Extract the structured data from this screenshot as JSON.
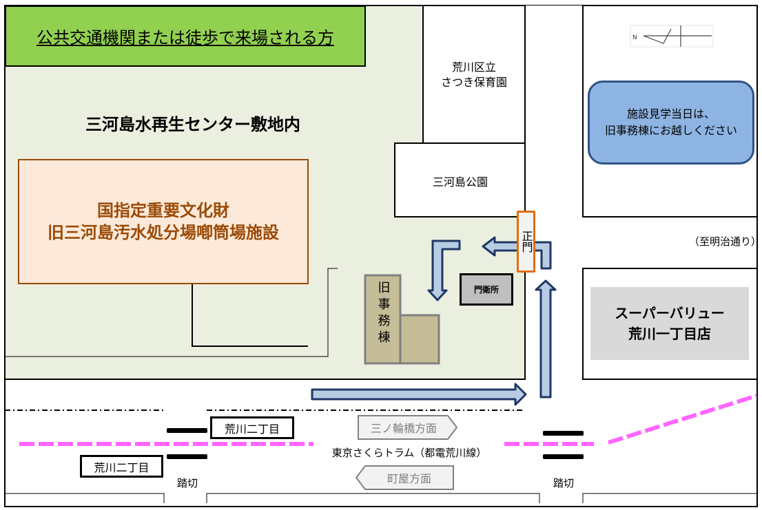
{
  "title": "公共交通機関または徒歩で来場される方",
  "site_label": "三河島水再生センター敷地内",
  "heritage": {
    "line1": "国指定重要文化財",
    "line2": "旧三河島汚水処分場喞筒場施設"
  },
  "nursery": {
    "line1": "荒川区立",
    "line2": "さつき保育園"
  },
  "park": "三河島公園",
  "notice": {
    "line1": "施設見学当日は、",
    "line2": "旧事務棟にお越しください"
  },
  "compass": {
    "label": "N",
    "icon": "north-arrow-icon"
  },
  "main_gate": "正門",
  "guardhouse": "門衛所",
  "old_office": "旧事務棟",
  "meiji_dori": "（至明治通り）",
  "supermarket": {
    "line1": "スーパーバリュー",
    "line2": "荒川一丁目店"
  },
  "stop_north": "荒川二丁目",
  "stop_south": "荒川二丁目",
  "crossing_west": "踏切",
  "crossing_east": "踏切",
  "direction_east": "三ノ輪橋方面",
  "direction_west": "町屋方面",
  "tram_line": "東京さくらトラム（都電荒川線）",
  "colors": {
    "title_bg": "#92d050",
    "site_bg": "#ebefe0",
    "heritage_bg": "#fde9d9",
    "heritage_border": "#9a4a06",
    "notice_bg": "#8eb4e3",
    "notice_border": "#2f5283",
    "gate_border": "#e46c0a",
    "arrow_fill": "#b8cce4",
    "arrow_stroke": "#1f3864",
    "tram_line": "#ff66ff",
    "office_bg": "#c4bd97",
    "guard_bg": "#bfbfbf",
    "super_bg": "#d9d9d9"
  }
}
